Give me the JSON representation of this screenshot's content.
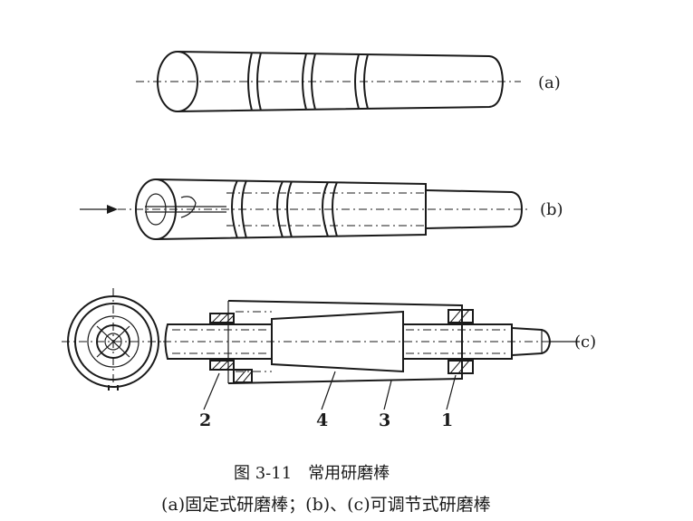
{
  "labels": {
    "a": "(a)",
    "b": "(b)",
    "c": "(c)"
  },
  "part_numbers": [
    "2",
    "4",
    "3",
    "1"
  ],
  "caption": {
    "title": "图 3-11　常用研磨棒",
    "subtitle": "(a)固定式研磨棒；(b)、(c)可调节式研磨棒"
  }
}
